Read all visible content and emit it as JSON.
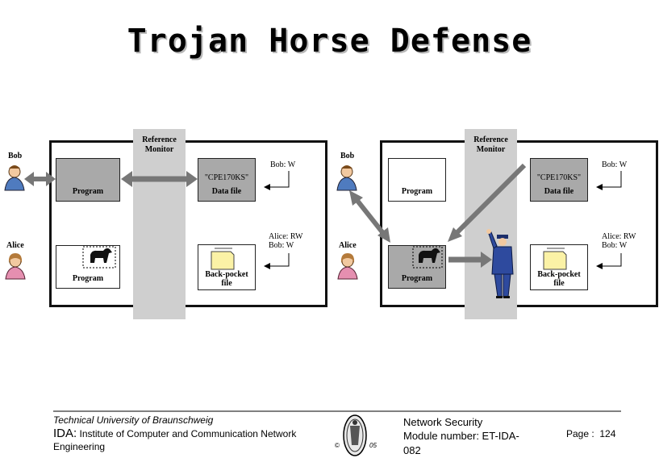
{
  "slide": {
    "title": "Trojan Horse Defense"
  },
  "left_diagram": {
    "monitor_label": "Reference\nMonitor",
    "bob_label": "Bob",
    "alice_label": "Alice",
    "program_top_label": "Program",
    "program_bottom_label": "Program",
    "datafile_name": "\"CPE170KS\"",
    "datafile_label": "Data file",
    "backpocket_label": "Back-pocket\nfile",
    "acl_top": "Bob: W",
    "acl_bottom": "Alice: RW\nBob: W"
  },
  "right_diagram": {
    "monitor_label": "Reference\nMonitor",
    "bob_label": "Bob",
    "alice_label": "Alice",
    "program_top_label": "Program",
    "program_bottom_label": "Program",
    "datafile_name": "\"CPE170KS\"",
    "datafile_label": "Data file",
    "backpocket_label": "Back-pocket\nfile",
    "acl_top": "Bob: W",
    "acl_bottom": "Alice: RW\nBob: W"
  },
  "footer": {
    "university": "Technical University of Braunschweig",
    "ida_prefix": "IDA:",
    "ida_text": "Institute of Computer and Communication Network Engineering",
    "seal_copyright": "©",
    "seal_year": "05",
    "course": "Network Security",
    "module": "Module number: ET-IDA-\n082",
    "page": "Page :  124"
  },
  "colors": {
    "monitor_gray": "#cfcfcf",
    "program_gray": "#a9a9a9",
    "arrow_gray": "#777777",
    "file_yellow": "#fbf2a6"
  }
}
